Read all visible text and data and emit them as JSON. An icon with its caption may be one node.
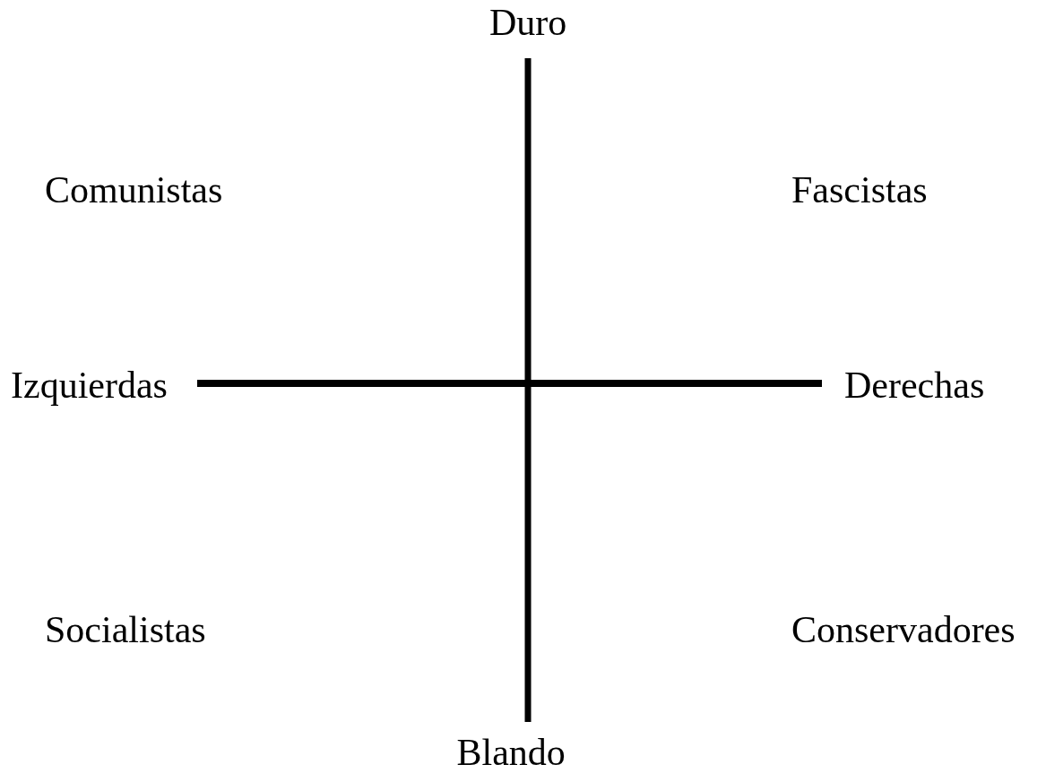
{
  "diagram": {
    "labels": [
      "Duro",
      "Comunistas",
      "Fascistas",
      "Izquierdas",
      "Derechas",
      "Socialistas",
      "Conservadores",
      "Blando"
    ]
  }
}
